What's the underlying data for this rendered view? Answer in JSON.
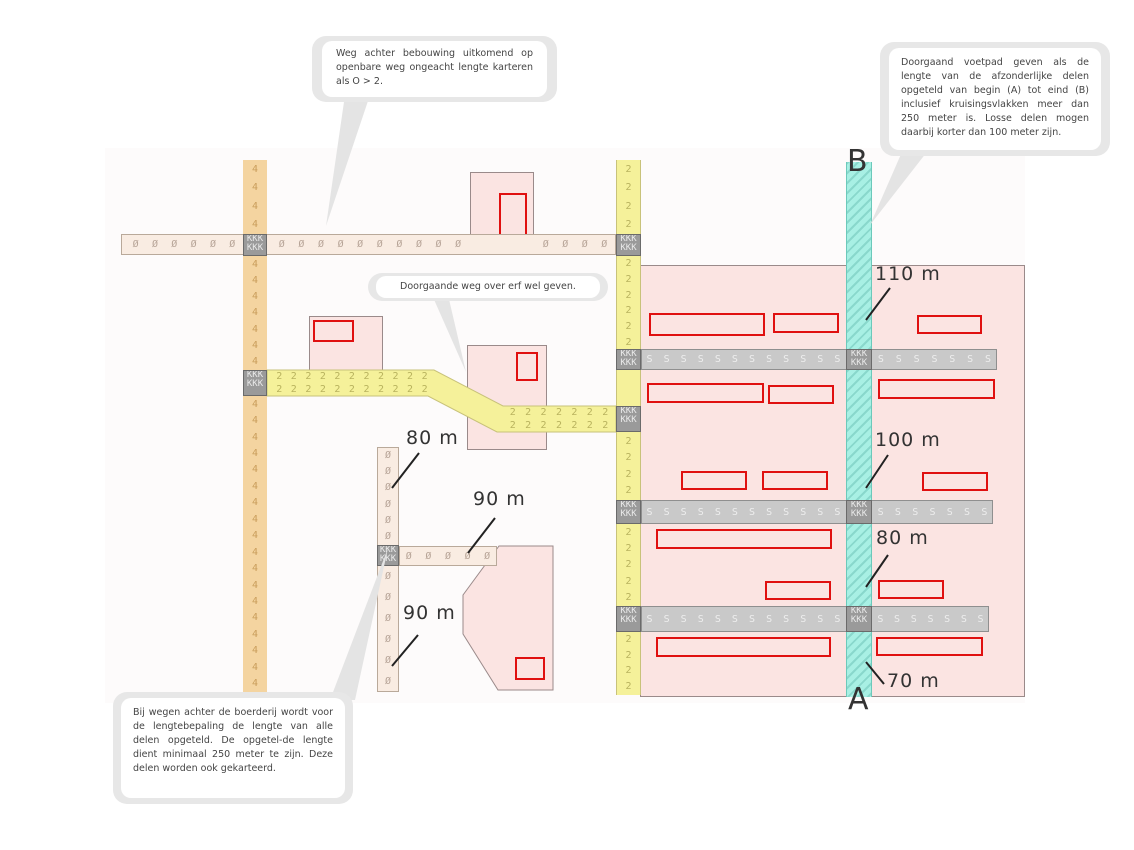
{
  "notes": {
    "top_middle": "Weg achter bebouwing uitkomend op openbare weg ongeacht lengte karteren als O > 2.",
    "top_right": "Doorgaand voetpad geven als de lengte van de afzonderlijke delen opgeteld van begin (A) tot eind (B) inclusief kruisingsvlakken meer dan 250 meter is. Losse delen mogen daarbij korter dan 100 meter zijn.",
    "middle": "Doorgaande weg over erf wel geven.",
    "bottom_left": "Bij wegen achter de boerderij wordt voor de lengtebepaling de lengte van alle delen opgeteld. De opgetel-de lengte dient minimaal 250 meter te zijn. Deze delen worden ook gekarteerd."
  },
  "measurements": {
    "m110": "110 m",
    "m100": "100 m",
    "m80_right": "80 m",
    "m70": "70 m",
    "m80_left": "80 m",
    "m90_top": "90 m",
    "m90_bottom": "90 m"
  },
  "endpoints": {
    "start": "A",
    "end": "B"
  },
  "symbols": {
    "road_o": "Ø",
    "road_4": "4",
    "road_2": "2",
    "road_s": "S",
    "crossing": "KKK"
  },
  "colors": {
    "road_o_fill": "#f9ece2",
    "road_4_fill": "#f4d4a0",
    "road_2_fill": "#f5f19a",
    "road_s_fill": "#c9c9c9",
    "footpath_fill": "#a8f0e4",
    "plot_fill": "#fbe4e2",
    "building_outline": "#e01010"
  }
}
